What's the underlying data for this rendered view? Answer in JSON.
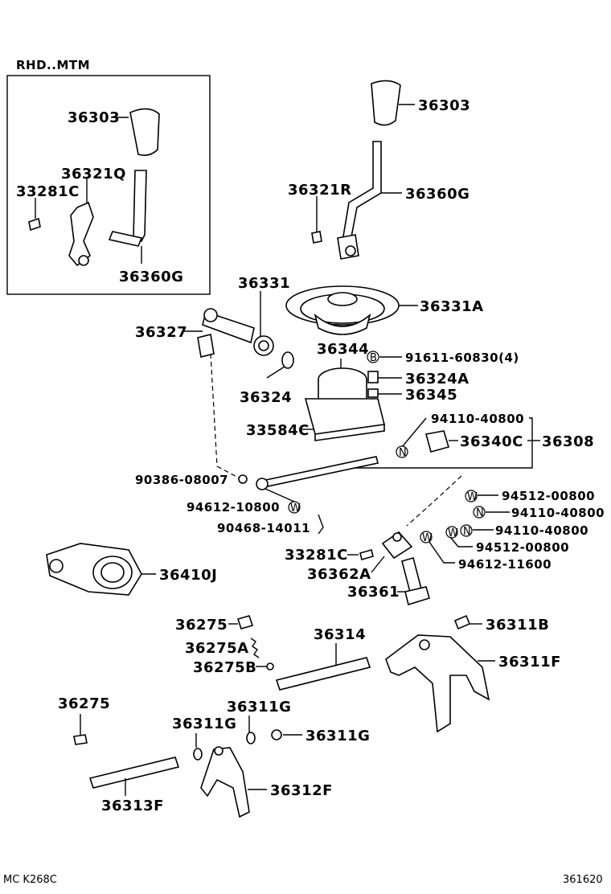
{
  "inset_title": "RHD..MTM",
  "footer": {
    "left": "MC K268C",
    "right": "361620"
  },
  "symbols": {
    "washer": "W",
    "nut": "N",
    "bolt": "B"
  },
  "parts": {
    "p36303_inset": "36303",
    "p36321Q": "36321Q",
    "p33281C_inset": "33281C",
    "p36360G_inset": "36360G",
    "p36303": "36303",
    "p36321R": "36321R",
    "p36360G": "36360G",
    "p36331": "36331",
    "p36331A": "36331A",
    "p36327": "36327",
    "p36344": "36344",
    "p91611": "91611-60830(4)",
    "p36324A": "36324A",
    "p36324": "36324",
    "p36345": "36345",
    "p33584C": "33584C",
    "p94110_a": "94110-40800",
    "p36340C": "36340C",
    "p36308": "36308",
    "p90386": "90386-08007",
    "p94612_10800": "94612-10800",
    "p90468": "90468-14011",
    "p94512_a": "94512-00800",
    "p94110_b": "94110-40800",
    "p94110_c": "94110-40800",
    "p94512_b": "94512-00800",
    "p33281C": "33281C",
    "p36362A": "36362A",
    "p94612_11600": "94612-11600",
    "p36361": "36361",
    "p36410J": "36410J",
    "p36275": "36275",
    "p36275A": "36275A",
    "p36275B": "36275B",
    "p36314": "36314",
    "p36311B": "36311B",
    "p36311F": "36311F",
    "p36275_b": "36275",
    "p36311G_a": "36311G",
    "p36311G_b": "36311G",
    "p36311G_c": "36311G",
    "p36312F": "36312F",
    "p36313F": "36313F"
  }
}
